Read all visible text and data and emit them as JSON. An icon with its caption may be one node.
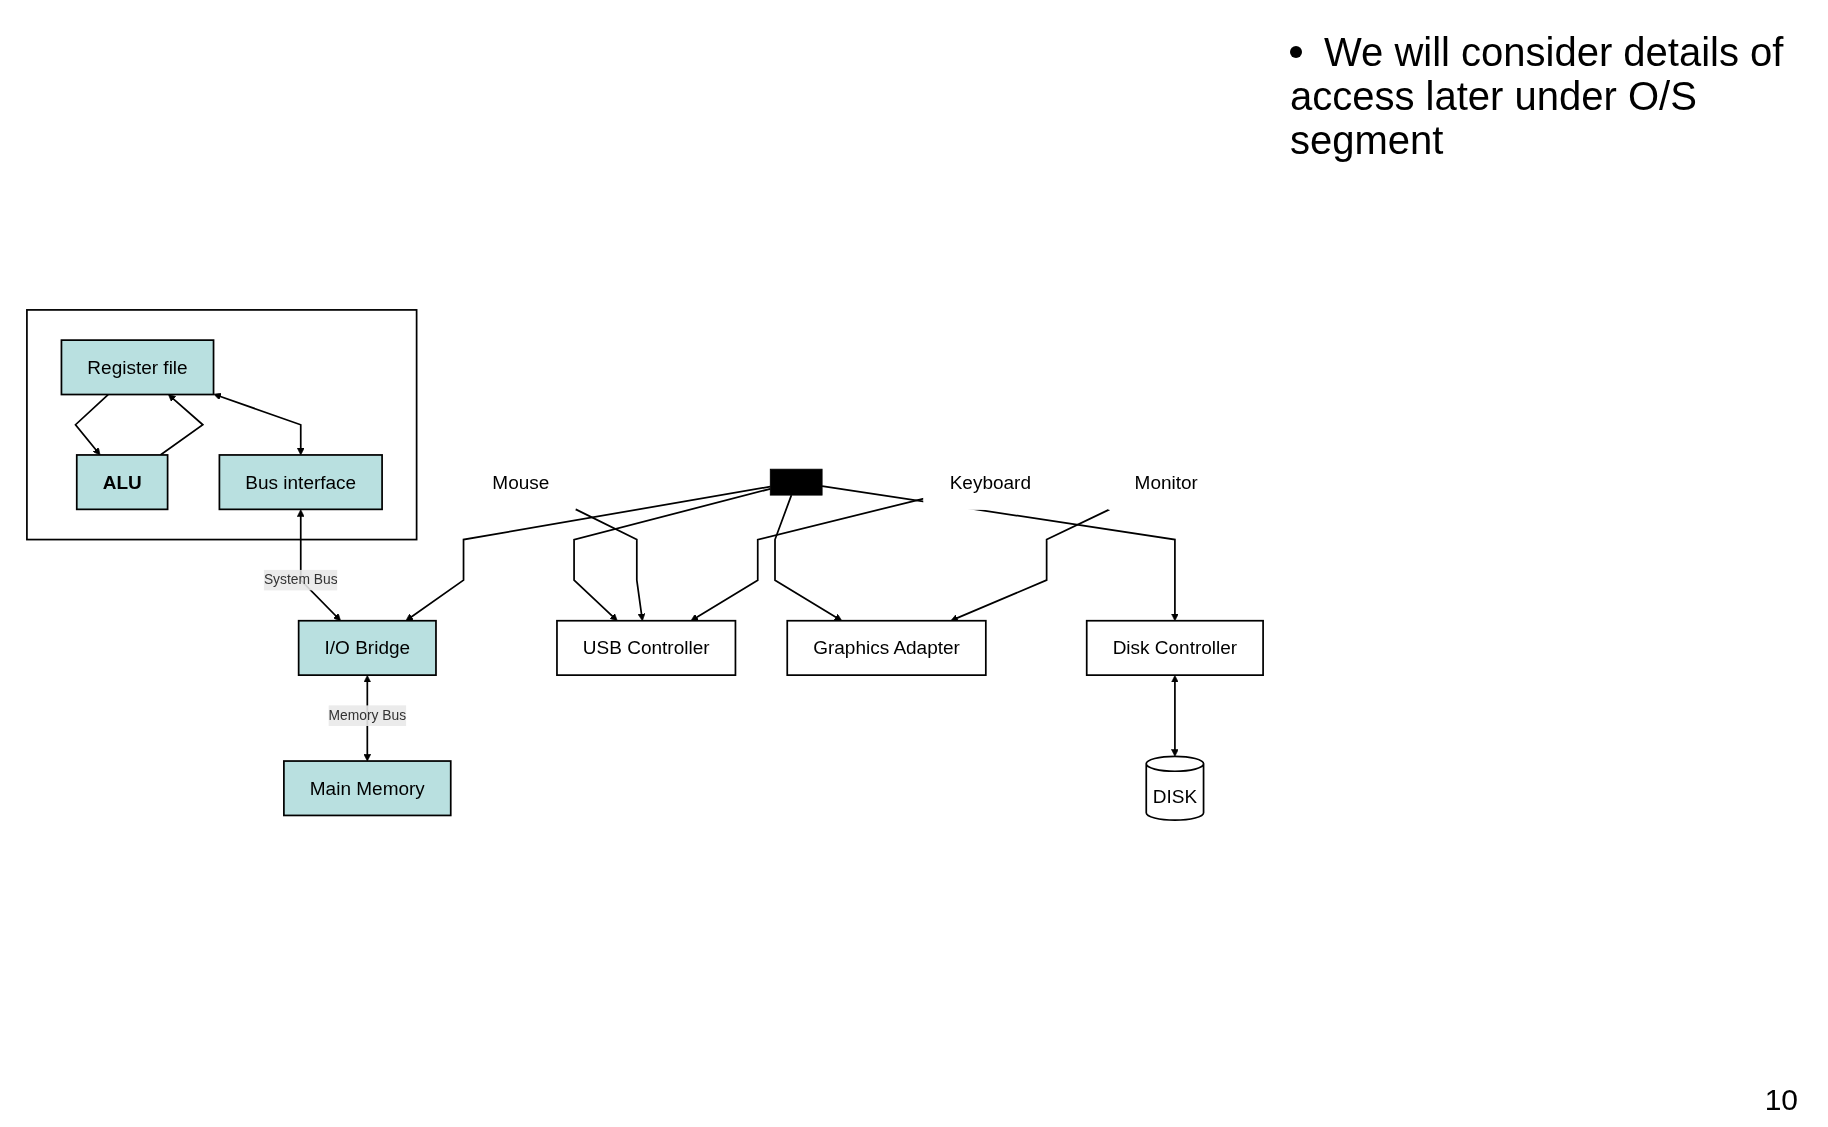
{
  "diagram": {
    "nodes": [
      {
        "text": [],
        "shape": "box"
      },
      {
        "text": [
          "Register file"
        ],
        "in": 0
      },
      {
        "text": [
          "ALU"
        ],
        "in": 0
      },
      {
        "text": [
          "Bus interface"
        ],
        "in": 0
      },
      {
        "text": [
          "I/O Bridge"
        ]
      },
      {
        "text": [
          "Main Memory"
        ]
      },
      {
        "text": [],
        "shape": "bar"
      },
      {
        "text": [
          "USB Controller"
        ]
      },
      {
        "text": [
          "Graphics Adapter"
        ]
      },
      {
        "text": [
          "Disk Controller"
        ]
      },
      {
        "text": [
          "Mouse"
        ]
      },
      {
        "text": [
          "Keyboard"
        ]
      },
      {
        "text": [
          "Monitor"
        ]
      },
      {
        "text": [
          "DISK"
        ]
      }
    ],
    "edges": [
      {
        "from": 1,
        "to": 2,
        "arrow": "to"
      },
      {
        "from": 2,
        "to": 1,
        "arrow": "to"
      },
      {
        "from": 1,
        "to": 3,
        "arrow": "both"
      },
      {
        "from": 3,
        "to": 4,
        "arrow": "both",
        "label": "System Bus"
      },
      {
        "from": 4,
        "to": 5,
        "arrow": "both",
        "label": "Memory Bus"
      },
      {
        "from": 6,
        "to": 4,
        "arrow": "to"
      },
      {
        "from": 6,
        "to": 7,
        "arrow": "to"
      },
      {
        "from": 6,
        "to": 8,
        "arrow": "to"
      },
      {
        "from": 6,
        "to": 9,
        "arrow": "to"
      },
      {
        "from": 10,
        "to": 7,
        "arrow": "to"
      },
      {
        "from": 11,
        "to": 7,
        "arrow": "to"
      },
      {
        "from": 12,
        "to": 8,
        "arrow": "to"
      },
      {
        "from": 9,
        "to": 13,
        "arrow": "both"
      }
    ],
    "labels": [
      "We will consider details of access later under O/S segment",
      "10"
    ]
  }
}
